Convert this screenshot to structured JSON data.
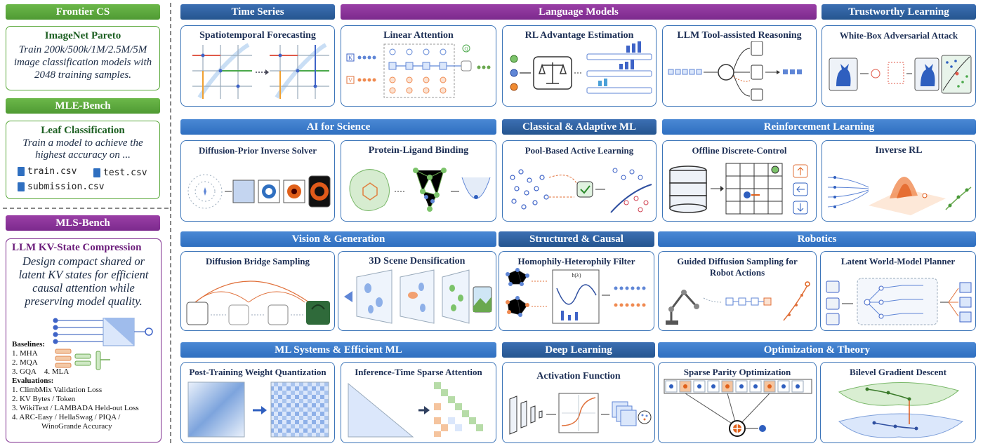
{
  "left": {
    "frontier": {
      "header": "Frontier CS",
      "task_title": "ImageNet Pareto",
      "task_desc": "Train 200k/500k/1M/2.5M/5M image classification models with 2048 training samples."
    },
    "mle": {
      "header": "MLE-Bench",
      "task_title": "Leaf Classification",
      "task_desc": "Train a model to achieve the highest accuracy on ...",
      "files": [
        "train.csv",
        "test.csv",
        "submission.csv"
      ]
    },
    "mls": {
      "header": "MLS-Bench",
      "task_title": "LLM KV-State Compression",
      "task_desc": "Design compact shared or latent KV states for efficient causal attention while preserving model quality.",
      "baselines_label": "Baselines:",
      "baselines": [
        "1. MHA",
        "2. MQA",
        "3. GQA",
        "4. MLA"
      ],
      "evaluations_label": "Evaluations:",
      "evaluations": [
        "1. ClimbMix Validation Loss",
        "2. KV Bytes / Token",
        "3. WikiText / LAMBADA Held-out Loss",
        "4. ARC-Easy / HellaSwag / PIQA /",
        "WinoGrande Accuracy"
      ]
    }
  },
  "categories": {
    "time_series": "Time Series",
    "language_models": "Language Models",
    "trustworthy": "Trustworthy Learning",
    "ai_science": "AI for Science",
    "classical": "Classical & Adaptive ML",
    "rl": "Reinforcement Learning",
    "vision": "Vision & Generation",
    "structured": "Structured & Causal",
    "robotics": "Robotics",
    "mlsys": "ML Systems & Efficient ML",
    "deep": "Deep Learning",
    "optimization": "Optimization & Theory"
  },
  "tasks": {
    "spatiotemporal": "Spatiotemporal Forecasting",
    "linear_attention": "Linear Attention",
    "rl_advantage": "RL Advantage Estimation",
    "llm_tool": "LLM Tool-assisted Reasoning",
    "whitebox": "White-Box Adversarial Attack",
    "diffusion_prior": "Diffusion-Prior Inverse Solver",
    "protein": "Protein-Ligand Binding",
    "active_learning": "Pool-Based Active Learning",
    "offline": "Offline Discrete-Control",
    "inverse_rl": "Inverse RL",
    "diffusion_bridge": "Diffusion Bridge Sampling",
    "scene_dens": "3D Scene Densification",
    "homophily": "Homophily-Heterophily Filter",
    "guided_diffusion": "Guided Diffusion Sampling for Robot Actions",
    "latent_world": "Latent World-Model Planner",
    "quantization": "Post-Training Weight Quantization",
    "sparse_attention": "Inference-Time Sparse Attention",
    "activation": "Activation Function",
    "sparse_parity": "Sparse Parity Optimization",
    "bilevel": "Bilevel Gradient Descent"
  },
  "labels": {
    "k": "K",
    "v": "V",
    "q": "Q",
    "h_lambda": "h(λ)"
  },
  "colors": {
    "blue_header": "#3b7dcc",
    "navy_header": "#2a5c9c",
    "purple_header": "#8a3399",
    "green_header": "#5aa83c",
    "card_border": "#3b74b8"
  }
}
